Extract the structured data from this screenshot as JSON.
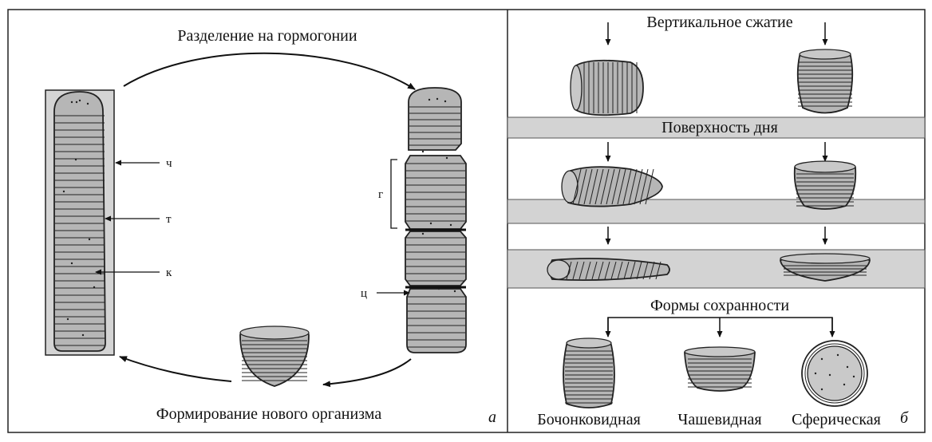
{
  "panel_a": {
    "top_label": "Разделение на гормогонии",
    "bottom_label": "Формирование нового организма",
    "label_ch": "ч",
    "label_t": "т",
    "label_k": "к",
    "label_g": "г",
    "label_ts": "ц",
    "panel_letter": "а"
  },
  "panel_b": {
    "title": "Вертикальное сжатие",
    "surface_label": "Поверхность дня",
    "forms_title": "Формы сохранности",
    "forms": [
      "Бочонковидная",
      "Чашевидная",
      "Сферическая"
    ],
    "panel_letter": "б"
  }
}
